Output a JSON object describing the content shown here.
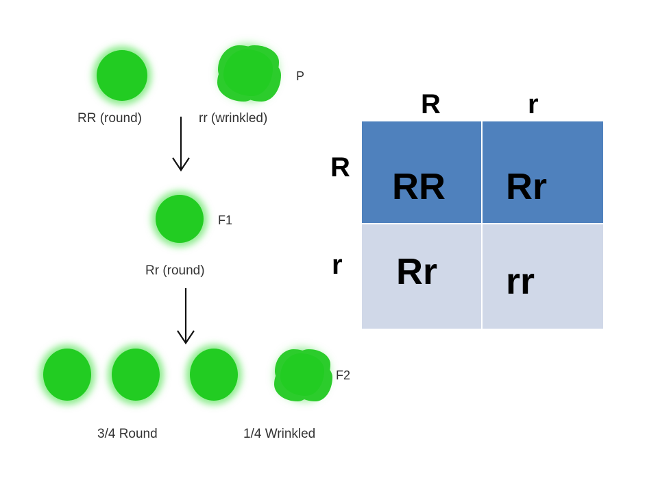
{
  "cross": {
    "parents": {
      "generation": "P",
      "round_label": "RR (round)",
      "wrinkled_label": "rr (wrinkled)"
    },
    "f1": {
      "generation": "F1",
      "label": "Rr (round)"
    },
    "f2": {
      "generation": "F2",
      "round_label": "3/4 Round",
      "wrinkled_label": "1/4 Wrinkled"
    },
    "pea_color": "#22cc22"
  },
  "punnett": {
    "column_alleles": [
      "R",
      "r"
    ],
    "row_alleles": [
      "R",
      "r"
    ],
    "cells": [
      [
        "RR",
        "Rr"
      ],
      [
        "Rr",
        "rr"
      ]
    ],
    "top_row_color": "#4f81bd",
    "bottom_row_color": "#d0d8e8"
  }
}
